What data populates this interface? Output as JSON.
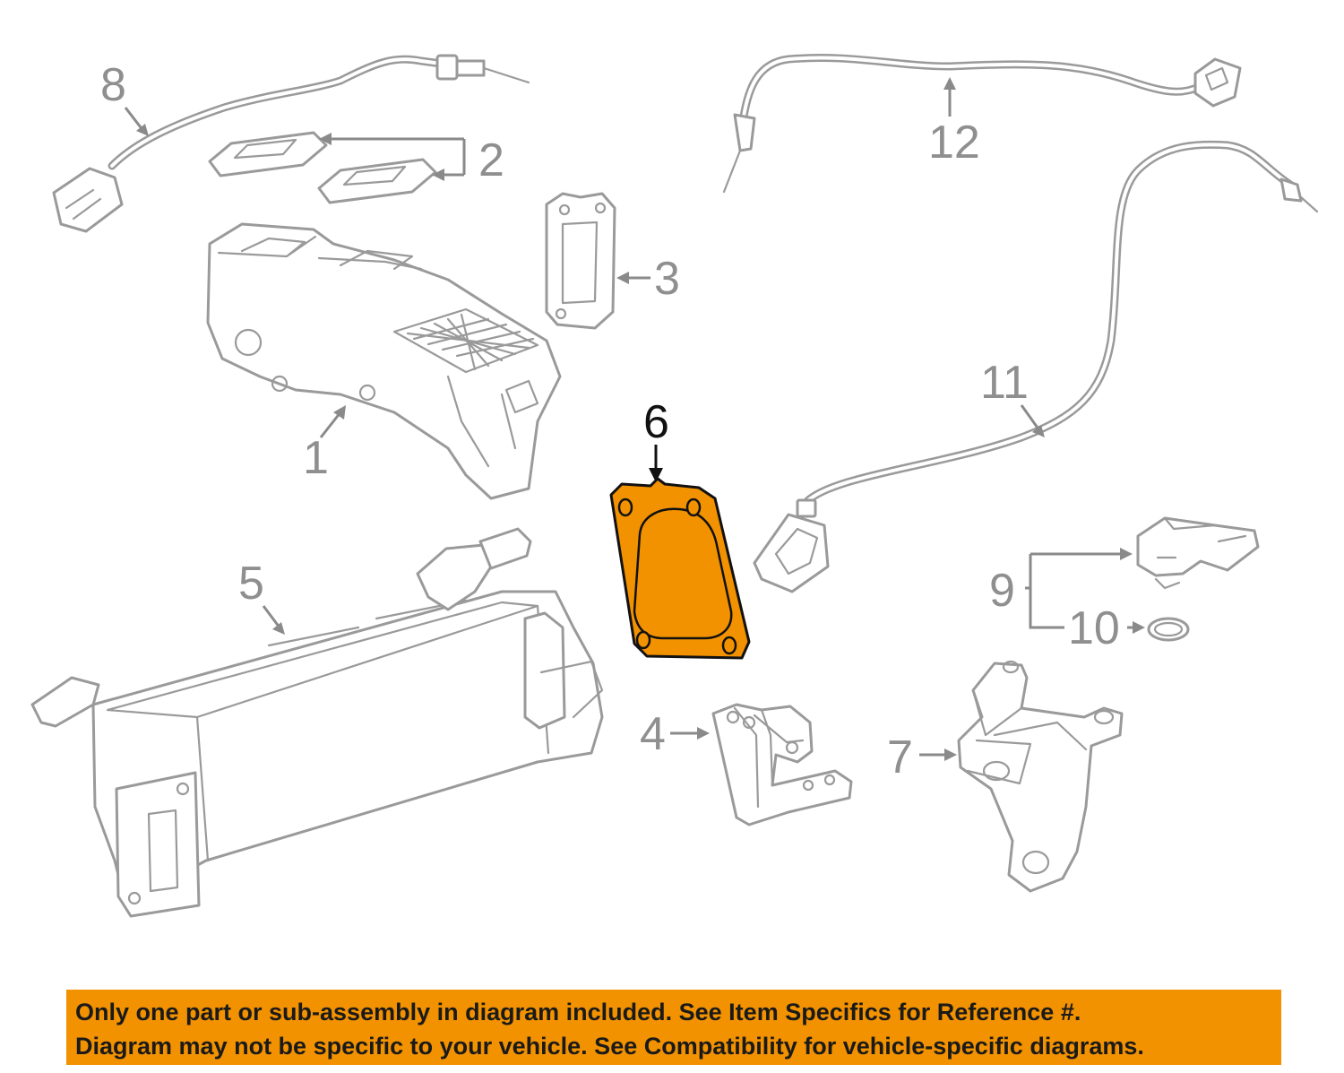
{
  "callouts": {
    "c1": "1",
    "c2": "2",
    "c3": "3",
    "c4": "4",
    "c5": "5",
    "c6": "6",
    "c7": "7",
    "c8": "8",
    "c9": "9",
    "c10": "10",
    "c11": "11",
    "c12": "12"
  },
  "highlight_color": "#f39200",
  "highlighted_part": "6",
  "notice": {
    "line1": "Only one part or sub-assembly in diagram included. See Item Specifics for Reference #.",
    "line2": "Diagram may not be specific to your vehicle. See Compatibility for vehicle-specific diagrams."
  }
}
